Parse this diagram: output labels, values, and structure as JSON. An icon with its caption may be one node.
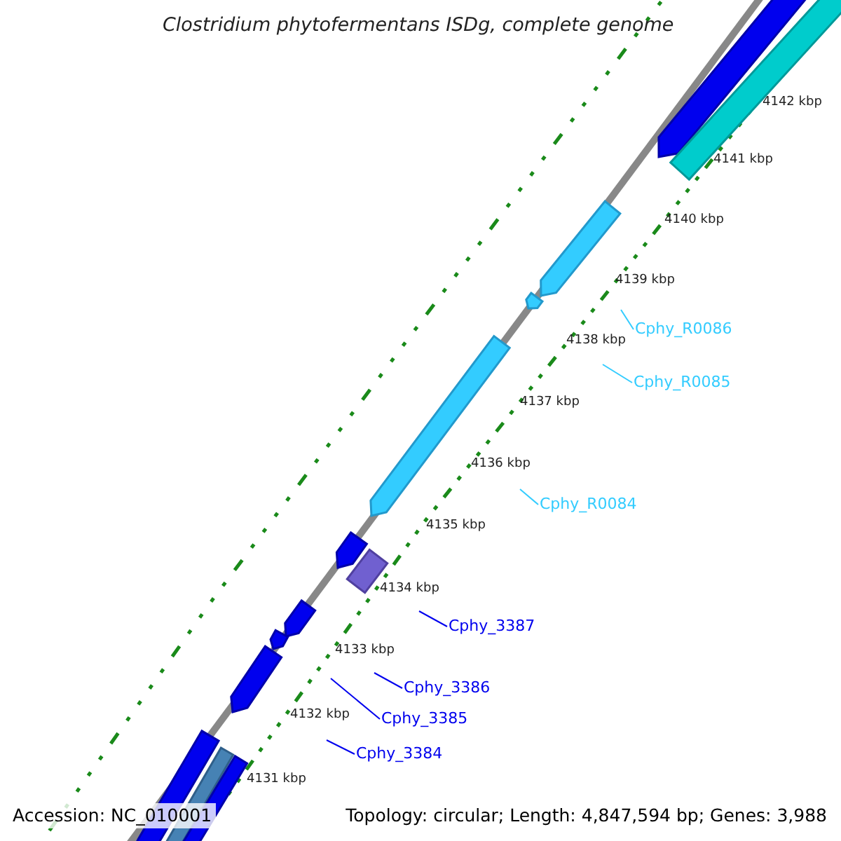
{
  "diagram": {
    "title": "Clostridium phytofermentans ISDg, complete genome",
    "nodes": [
      {
        "text": [
          "Cphy_R0086"
        ]
      },
      {
        "text": [
          "Cphy_R0085"
        ]
      },
      {
        "text": [
          "Cphy_R0084"
        ]
      },
      {
        "text": [
          "Cphy_3387"
        ]
      },
      {
        "text": [
          "Cphy_3386"
        ]
      },
      {
        "text": [
          "Cphy_3385"
        ]
      },
      {
        "text": [
          "Cphy_3384"
        ]
      }
    ],
    "edges": [
      {
        "from": 0,
        "to": null,
        "arrow": "none",
        "color": "#33ccff"
      },
      {
        "from": 1,
        "to": null,
        "arrow": "none",
        "color": "#33ccff"
      },
      {
        "from": 2,
        "to": null,
        "arrow": "none",
        "color": "#33ccff"
      },
      {
        "from": 3,
        "to": null,
        "arrow": "none"
      },
      {
        "from": 4,
        "to": null,
        "arrow": "none"
      },
      {
        "from": 5,
        "to": null,
        "arrow": "none"
      },
      {
        "from": 6,
        "to": null,
        "arrow": "none"
      }
    ],
    "labels": [
      "4142 kbp",
      "4141 kbp",
      "4140 kbp",
      "4139 kbp",
      "4138 kbp",
      "4137 kbp",
      "4136 kbp",
      "4135 kbp",
      "4134 kbp",
      "4133 kbp",
      "4132 kbp",
      "4131 kbp",
      "Accession: NC_010001",
      "Topology: circular; Length: 4,847,594 bp; Genes: 3,988"
    ]
  }
}
